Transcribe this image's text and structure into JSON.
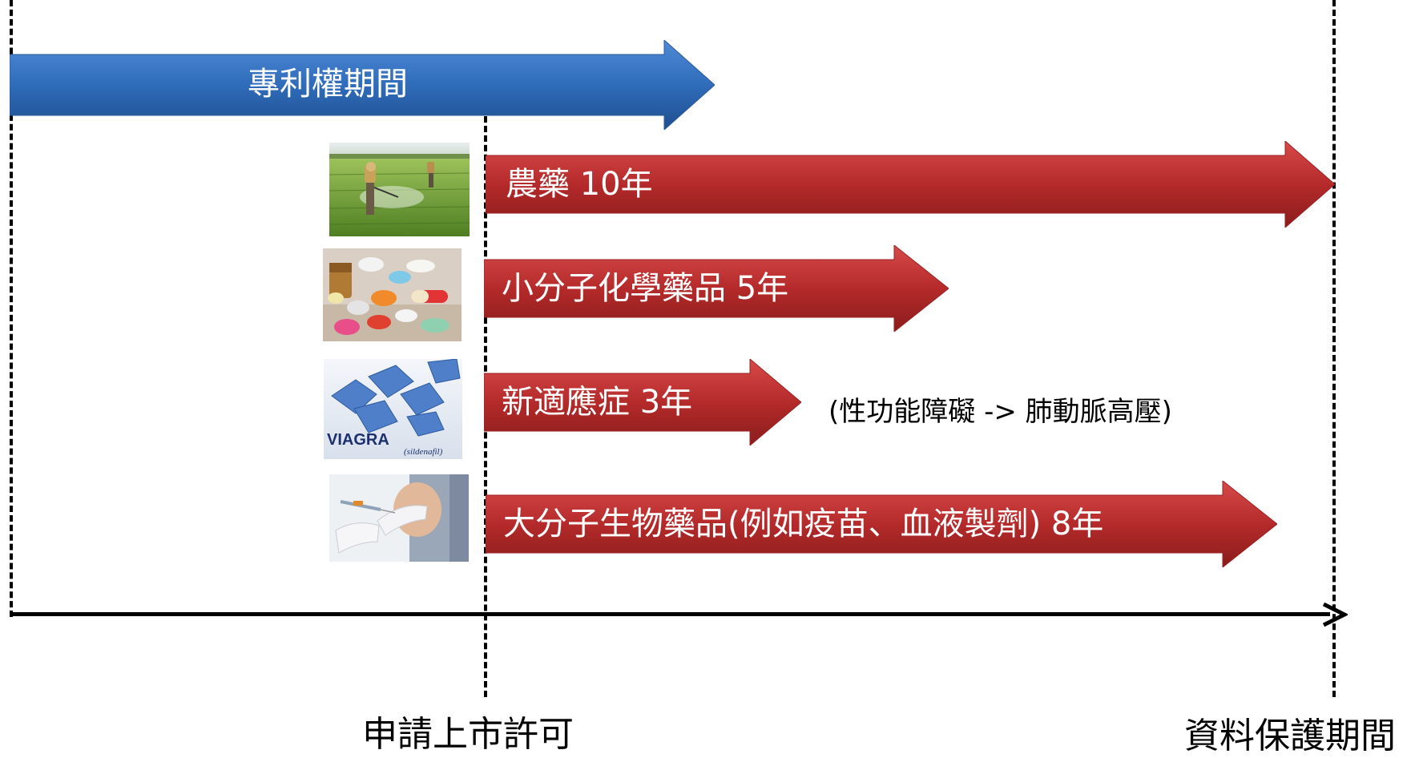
{
  "arrows": {
    "patent": "專利權期間",
    "pesticide": "農藥  10年",
    "small_molecule": "小分子化學藥品 5年",
    "new_indication": "新適應症 3年",
    "biologics": "大分子生物藥品(例如疫苗、血液製劑) 8年"
  },
  "note": "(性功能障礙 -> 肺動脈高壓)",
  "labels": {
    "market_approval": "申請上市許可",
    "data_protection": "資料保護期間"
  },
  "thumbnails": {
    "viagra_brand": "VIAGRA",
    "viagra_generic": "(sildenafil)"
  },
  "colors": {
    "patent_arrow": "#2e6bb8",
    "protection_arrow": "#b52a2a"
  }
}
